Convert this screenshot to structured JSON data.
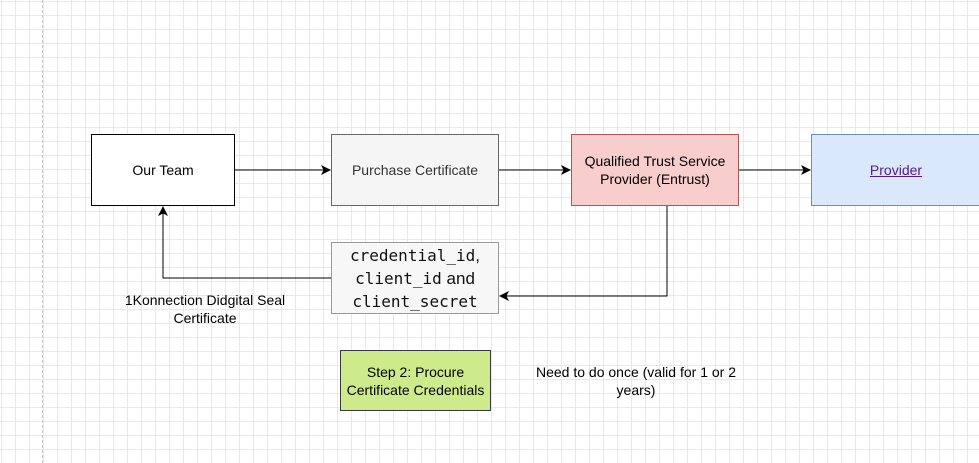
{
  "diagram": {
    "nodes": {
      "our_team": "Our Team",
      "purchase_certificate": "Purchase Certificate",
      "qtsp": "Qualified Trust Service Provider (Entrust)",
      "provider": "Provider",
      "credentials": {
        "credential_id": "credential_id",
        "comma": ",",
        "client_id": "client_id",
        "and": "and",
        "client_secret": "client_secret"
      },
      "step2": "Step 2: Procure Certificate Credentials"
    },
    "labels": {
      "seal_certificate": "1Konnection Didgital Seal Certificate",
      "validity_note": "Need to do once (valid for 1 or 2 years)"
    },
    "colors": {
      "purchase_fill": "#f5f5f5",
      "qtsp_fill": "#f8cecc",
      "qtsp_stroke": "#b85450",
      "provider_fill": "#dae8fc",
      "provider_stroke": "#6c8ebf",
      "step2_fill": "#cdeb8b",
      "provider_link": "#551a8b"
    }
  }
}
